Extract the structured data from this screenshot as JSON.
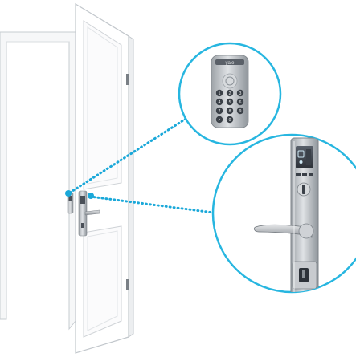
{
  "illustration": {
    "subject": "door-with-smart-lock",
    "callouts": [
      {
        "name": "keypad-callout",
        "target": "exterior-keypad"
      },
      {
        "name": "handle-callout",
        "target": "lock-handle-assembly"
      }
    ]
  },
  "keypad": {
    "brand_mark": "yale",
    "keys": [
      "1",
      "2",
      "3",
      "4",
      "5",
      "6",
      "7",
      "8",
      "9",
      "✓",
      "0"
    ]
  },
  "colors": {
    "callout_line": "#1aa8d9",
    "callout_ring": "#27b6e0",
    "door_outline": "#c7ccd1",
    "metal": "#b8bcc1",
    "metal_dark": "#6f757b"
  }
}
